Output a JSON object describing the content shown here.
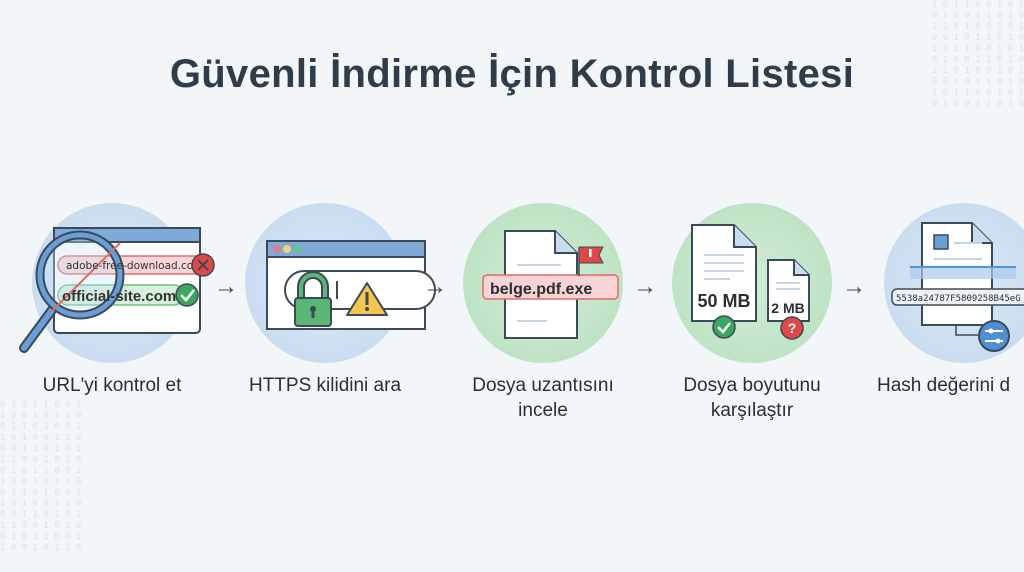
{
  "title": "Güvenli İndirme İçin Kontrol Listesi",
  "steps": [
    {
      "label": "URL'yi kontrol et",
      "bad_url": "adobe-free-download.com",
      "good_url": "official-site.com"
    },
    {
      "label": "HTTPS kilidini ara"
    },
    {
      "label_line1": "Dosya uzantısını",
      "label_line2": "incele",
      "filename": "belge.pdf.exe"
    },
    {
      "label_line1": "Dosya boyutunu",
      "label_line2": "karşılaştır",
      "size_large": "50 MB",
      "size_small": "2 MB"
    },
    {
      "label": "Hash değerini d",
      "hash": "5538a24787F5809258B45eG"
    }
  ],
  "arrow": "→",
  "colors": {
    "blue_circle": "#c3d8ee",
    "green_circle": "#b5dfbd",
    "danger": "#e04848",
    "success": "#3aa75d",
    "warning": "#f5c451"
  }
}
